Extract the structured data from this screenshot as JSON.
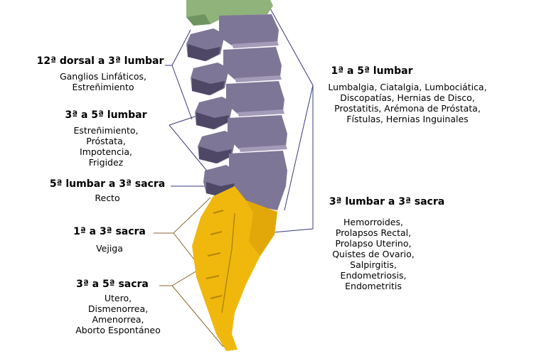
{
  "colors": {
    "lumbar": "#7e7696",
    "lumbar_dark": "#4e4766",
    "lumbar_light": "#a39bb8",
    "sacrum": "#f0b80c",
    "sacrum_dark": "#b3860a",
    "dorsal": "#8fb37a",
    "line": "#3a3a80",
    "line_brown": "#8a6a30"
  },
  "left": [
    {
      "title": "12ª dorsal a 3ª lumbar",
      "lines": [
        "Ganglios Linfáticos,",
        "Estreñimiento"
      ]
    },
    {
      "title": "3ª a 5ª lumbar",
      "lines": [
        "Estreñimiento,",
        "Próstata,",
        "Impotencia,",
        "Frigidez"
      ]
    },
    {
      "title": "5ª lumbar a 3ª sacra",
      "lines": [
        "Recto"
      ]
    },
    {
      "title": "1ª a 3ª sacra",
      "lines": [
        "Vejiga"
      ]
    },
    {
      "title": "3ª a 5ª sacra",
      "lines": [
        "Utero,",
        "Dismenorrea,",
        "Amenorrea,",
        "Aborto Espontáneo"
      ]
    }
  ],
  "right": [
    {
      "title": "1ª a 5ª lumbar",
      "lines": [
        "Lumbalgia, Ciatalgia, Lumbociática,",
        "Discopatías, Hernias de Disco,",
        "Prostatitis, Arémona de Próstata,",
        "Fístulas, Hernias Inguinales"
      ]
    },
    {
      "title": "3ª lumbar a 3ª sacra",
      "lines": [
        "Hemorroides,",
        "Prolapsos Rectal,",
        "Prolapso Uterino,",
        "Quistes de Ovario,",
        "Salpirgitis,",
        "Endometriosis,",
        "Endometritis"
      ]
    }
  ]
}
